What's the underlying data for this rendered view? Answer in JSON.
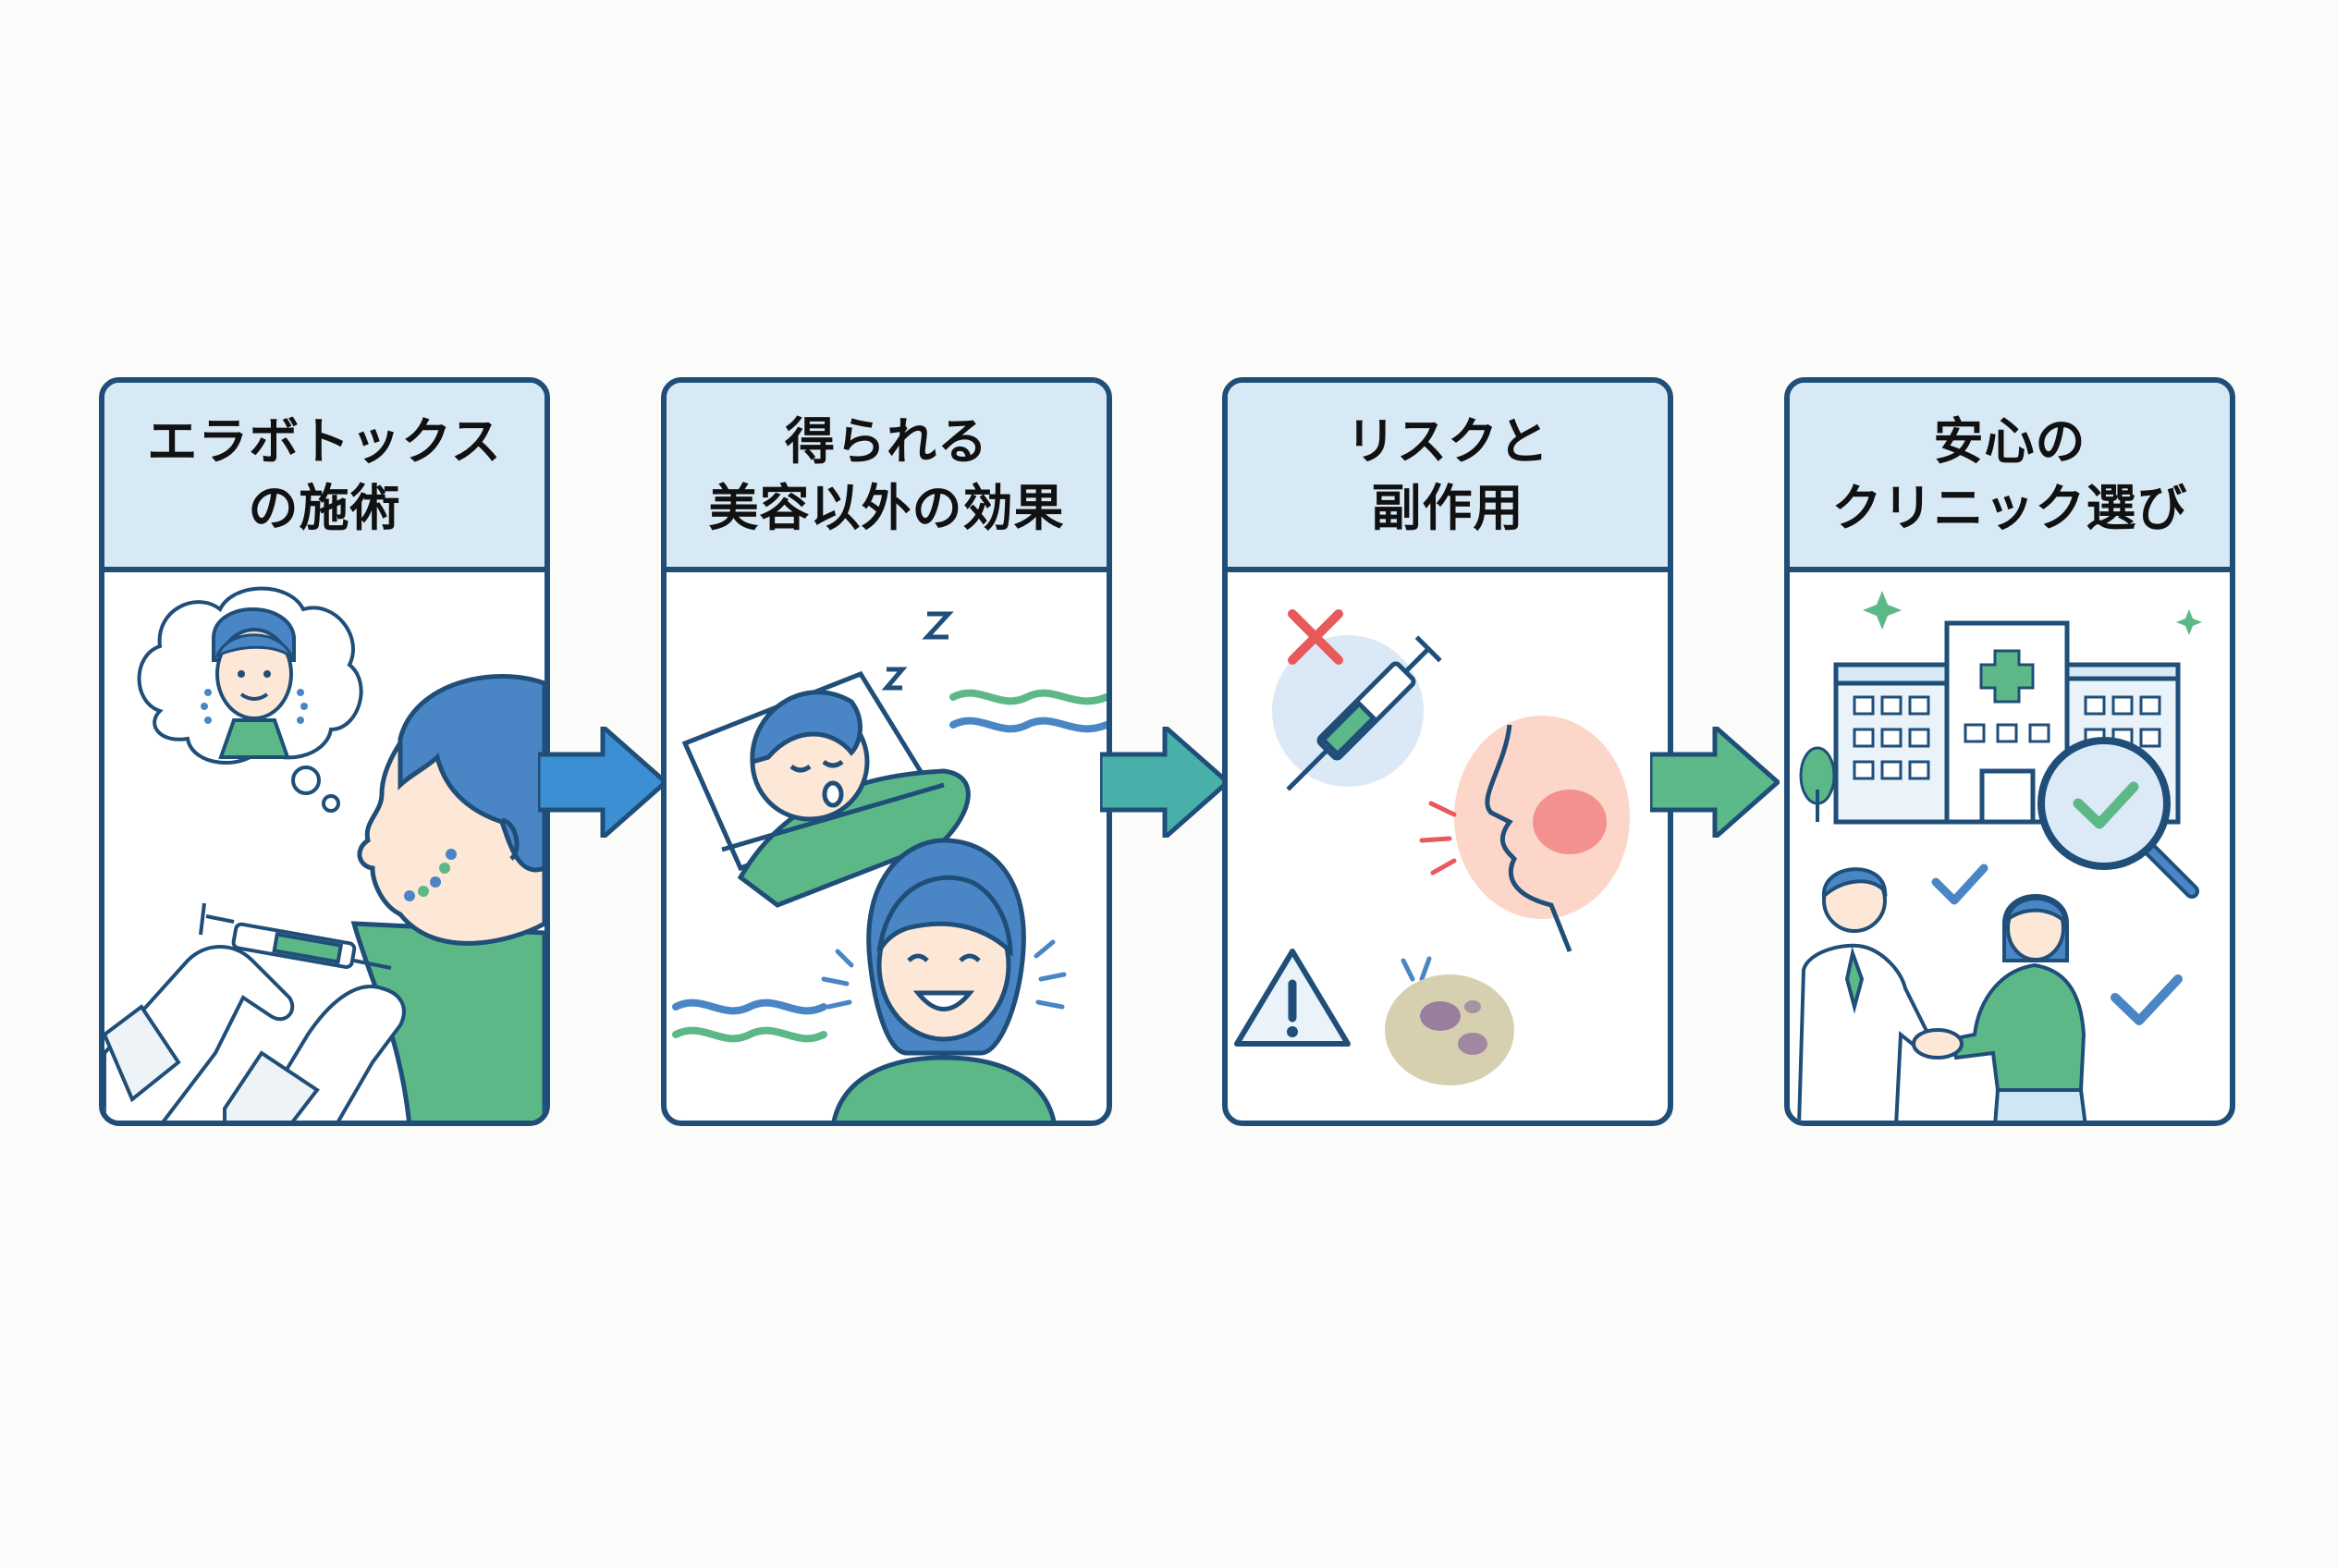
{
  "steps": [
    {
      "title_line1": "エラボトックス",
      "title_line2": "の施術"
    },
    {
      "title_line1": "得られる",
      "title_line2": "美容以外の効果"
    },
    {
      "title_line1": "リスクと",
      "title_line2": "副作用"
    },
    {
      "title_line1": "安心の",
      "title_line2": "クリニック選び"
    }
  ],
  "colors": {
    "border": "#1f4e79",
    "header_bg": "#d8e9f6",
    "hair": "#4a86c5",
    "green": "#5db888",
    "arrow_blue": "#3d8fd4",
    "arrow_teal": "#48b0a8",
    "arrow_green": "#5cba8a",
    "danger_red": "#e8595c"
  },
  "icons": [
    "syringe-icon",
    "sleep-z-icon",
    "x-mark-icon",
    "warning-icon",
    "hospital-icon",
    "magnifier-icon",
    "checkmark-icon",
    "sparkle-icon"
  ]
}
